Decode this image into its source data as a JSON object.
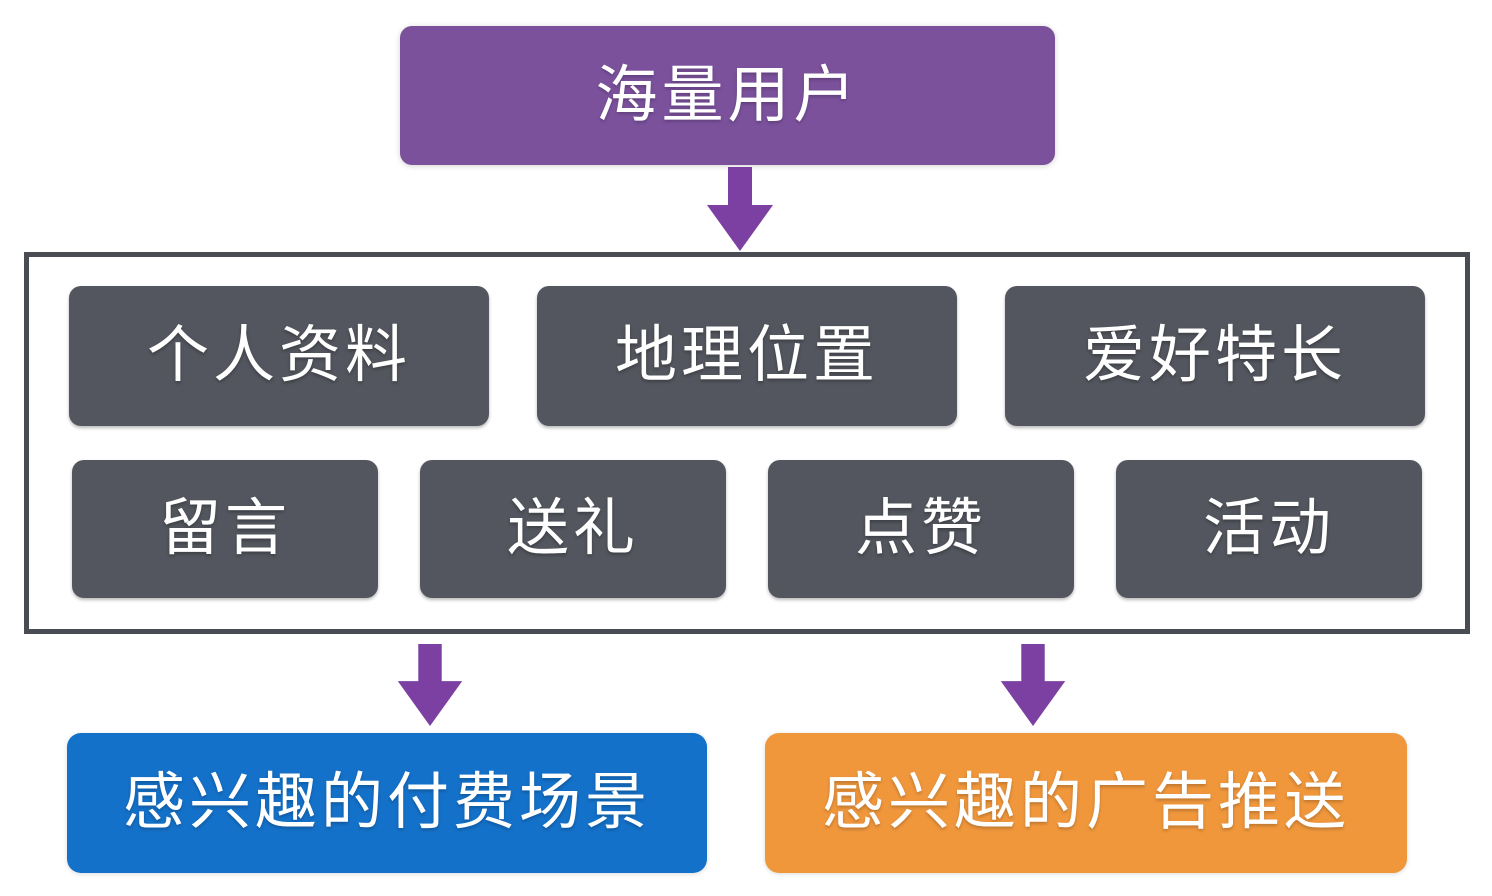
{
  "diagram": {
    "top_node": {
      "label": "海量用户"
    },
    "data_group": {
      "row1": [
        {
          "label": "个人资料"
        },
        {
          "label": "地理位置"
        },
        {
          "label": "爱好特长"
        }
      ],
      "row2": [
        {
          "label": "留言"
        },
        {
          "label": "送礼"
        },
        {
          "label": "点赞"
        },
        {
          "label": "活动"
        }
      ]
    },
    "outcome_nodes": [
      {
        "label": "感兴趣的付费场景"
      },
      {
        "label": "感兴趣的广告推送"
      }
    ],
    "colors": {
      "top_node": "#7b519c",
      "arrow": "#7c40a2",
      "data_box": "#53565e",
      "group_border": "#494c52",
      "outcome_pay": "#1471c9",
      "outcome_ad": "#f0973c",
      "text": "#ffffff",
      "background": "#ffffff"
    }
  }
}
